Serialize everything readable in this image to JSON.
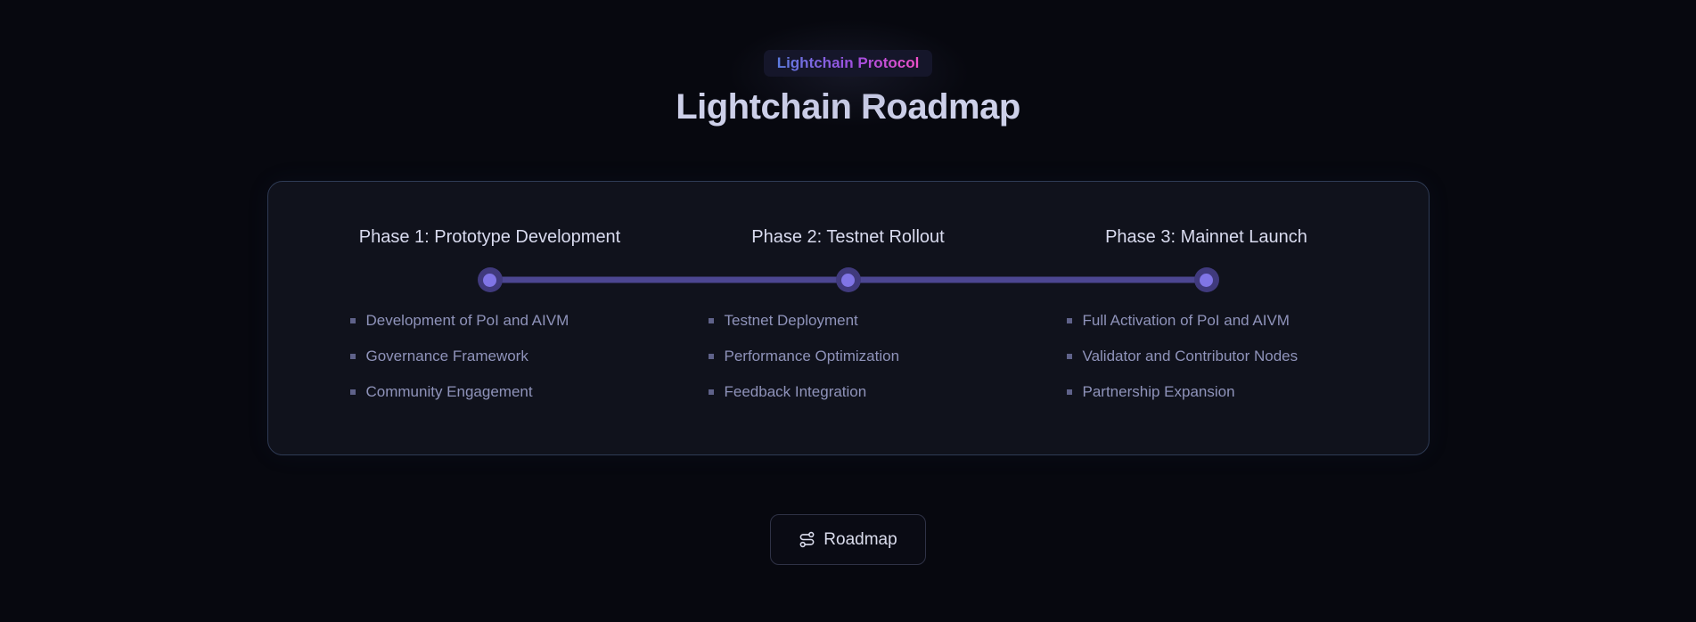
{
  "page": {
    "badge": "Lightchain Protocol",
    "title": "Lightchain Roadmap"
  },
  "roadmap": {
    "phases": [
      {
        "title": "Phase 1: Prototype Development",
        "items": [
          "Development of PoI and AIVM",
          "Governance Framework",
          "Community Engagement"
        ]
      },
      {
        "title": "Phase 2: Testnet Rollout",
        "items": [
          "Testnet Deployment",
          "Performance Optimization",
          "Feedback Integration"
        ]
      },
      {
        "title": "Phase 3: Mainnet Launch",
        "items": [
          "Full Activation of PoI and AIVM",
          "Validator and Contributor Nodes",
          "Partnership Expansion"
        ]
      }
    ]
  },
  "footer": {
    "roadmap_button": "Roadmap",
    "icon": "route-icon"
  },
  "colors": {
    "page_background": "#07080f",
    "card_background": "#10121c",
    "card_border": "#2f3b55",
    "heading_text": "#cdd0e9",
    "phase_title_text": "#d9dbef",
    "list_text": "#8f93ba",
    "bullet": "#5f628a",
    "timeline_line": "#4c4691",
    "timeline_dot_outer": "#403a7d",
    "timeline_dot_inner": "#8075e6",
    "badge_background": "#15162a",
    "badge_gradient_start": "#5c7ce0",
    "badge_gradient_mid": "#a14ee0",
    "badge_gradient_end": "#f050c8",
    "button_border": "#2f3246",
    "button_background": "#0a0b14",
    "button_text": "#dadcec"
  }
}
